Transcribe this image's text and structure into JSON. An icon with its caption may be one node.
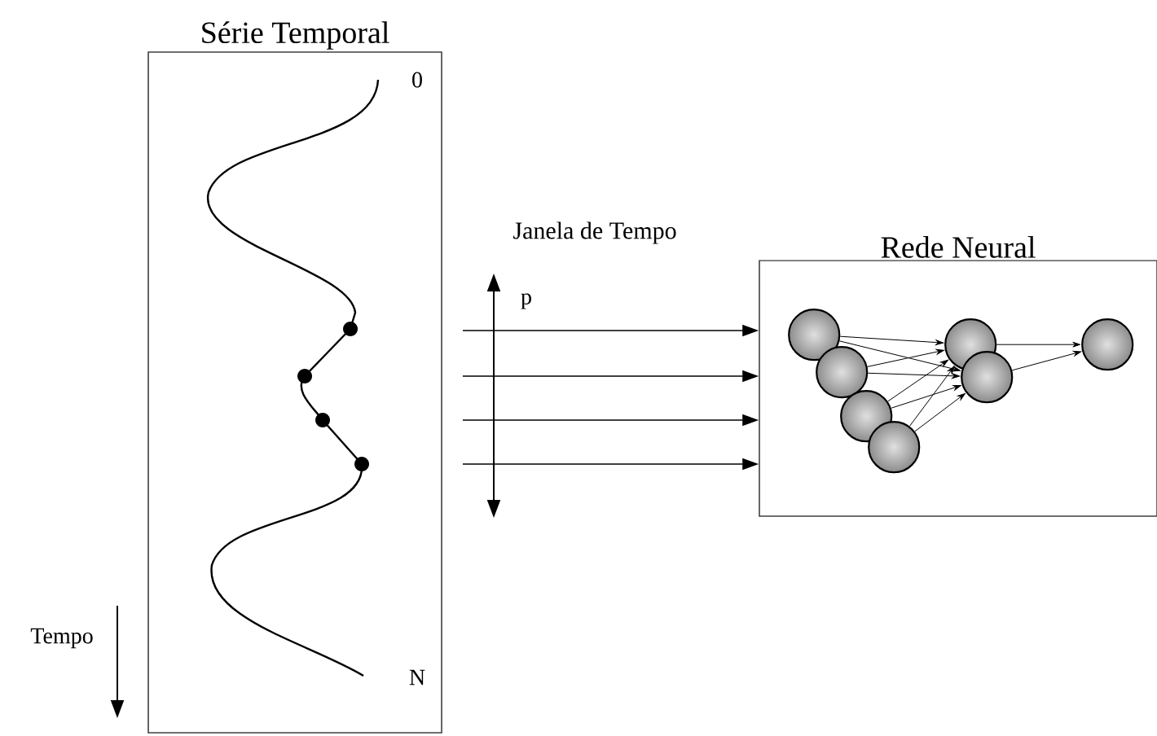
{
  "diagram": {
    "nodes": [
      {
        "text": [
          "Série Temporal"
        ]
      },
      {
        "text": [
          "Rede Neural"
        ]
      },
      {
        "text": [],
        "shape": "circle",
        "in": 1
      },
      {
        "text": [],
        "shape": "circle",
        "in": 1
      },
      {
        "text": [],
        "shape": "circle",
        "in": 1
      },
      {
        "text": [],
        "shape": "circle",
        "in": 1
      },
      {
        "text": [],
        "shape": "circle",
        "in": 1
      },
      {
        "text": [],
        "shape": "circle",
        "in": 1
      },
      {
        "text": [],
        "shape": "circle",
        "in": 1
      }
    ],
    "edges": [
      {
        "from": null,
        "to": 1,
        "arrow": "to"
      },
      {
        "from": null,
        "to": 1,
        "arrow": "to"
      },
      {
        "from": null,
        "to": 1,
        "arrow": "to"
      },
      {
        "from": null,
        "to": 1,
        "arrow": "to"
      },
      {
        "from": 2,
        "to": 6,
        "arrow": "to"
      },
      {
        "from": 2,
        "to": 7,
        "arrow": "to"
      },
      {
        "from": 3,
        "to": 6,
        "arrow": "to"
      },
      {
        "from": 3,
        "to": 7,
        "arrow": "to"
      },
      {
        "from": 4,
        "to": 6,
        "arrow": "to"
      },
      {
        "from": 4,
        "to": 7,
        "arrow": "to"
      },
      {
        "from": 5,
        "to": 6,
        "arrow": "to"
      },
      {
        "from": 5,
        "to": 7,
        "arrow": "to"
      },
      {
        "from": 6,
        "to": 8,
        "arrow": "to"
      },
      {
        "from": 7,
        "to": 8,
        "arrow": "to"
      }
    ],
    "labels": [
      "0",
      "N",
      "Janela de Tempo",
      "p",
      "Tempo"
    ]
  }
}
